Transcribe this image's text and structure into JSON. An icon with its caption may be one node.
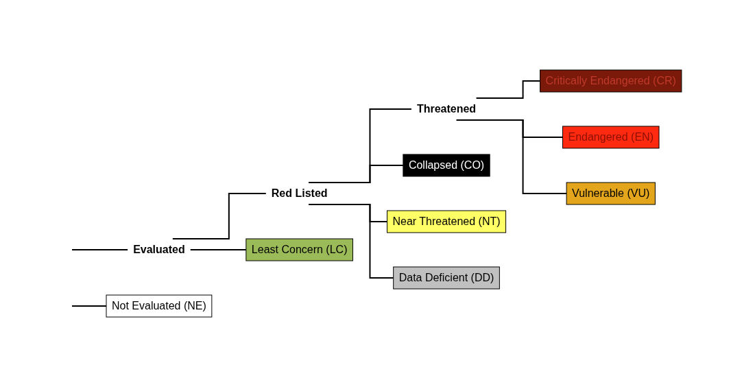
{
  "diagram": {
    "nodes": [
      {
        "text": [
          "Evaluated"
        ]
      },
      {
        "text": [
          "Red Listed"
        ]
      },
      {
        "text": [
          "Threatened"
        ]
      },
      {
        "text": [
          "Collapsed (CO)"
        ]
      },
      {
        "text": [
          "Critically Endangered (CR)"
        ]
      },
      {
        "text": [
          "Endangered (EN)"
        ]
      },
      {
        "text": [
          "Vulnerable (VU)"
        ]
      },
      {
        "text": [
          "Near Threatened (NT)"
        ]
      },
      {
        "text": [
          "Data Deficient (DD)"
        ]
      },
      {
        "text": [
          "Least Concern (LC)"
        ]
      },
      {
        "text": [
          "Not Evaluated (NE)"
        ]
      }
    ],
    "edges": [
      {
        "from": null,
        "to": 0,
        "arrow": "none"
      },
      {
        "from": null,
        "to": 10,
        "arrow": "none"
      },
      {
        "from": 0,
        "to": 1,
        "arrow": "none"
      },
      {
        "from": 0,
        "to": 9,
        "arrow": "none"
      },
      {
        "from": 1,
        "to": 3,
        "arrow": "none"
      },
      {
        "from": 1,
        "to": 2,
        "arrow": "none"
      },
      {
        "from": 1,
        "to": 7,
        "arrow": "none"
      },
      {
        "from": 1,
        "to": 8,
        "arrow": "none"
      },
      {
        "from": 2,
        "to": 4,
        "arrow": "none"
      },
      {
        "from": 2,
        "to": 5,
        "arrow": "none"
      },
      {
        "from": 2,
        "to": 6,
        "arrow": "none"
      }
    ]
  }
}
